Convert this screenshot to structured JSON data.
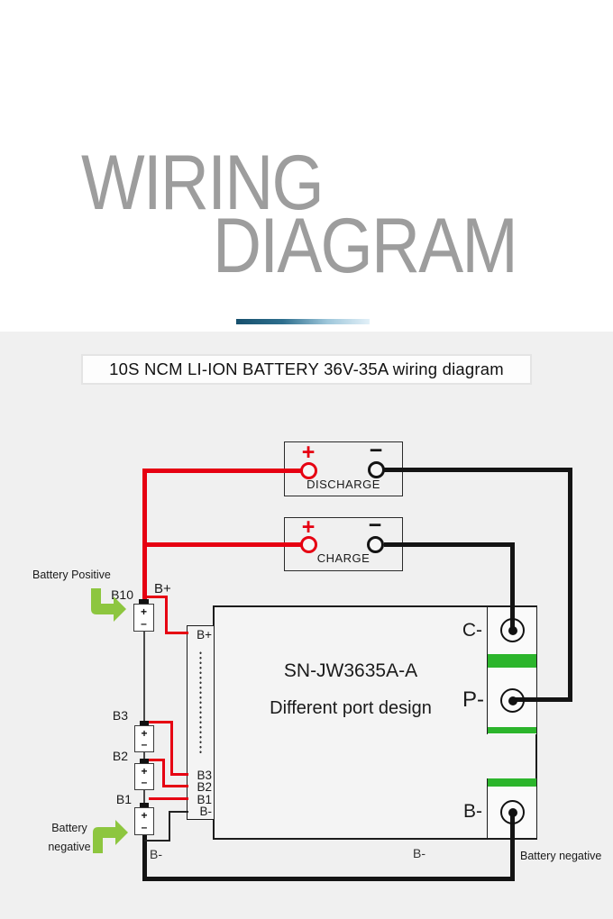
{
  "header": {
    "word1": "WIRING",
    "word2": "DIAGRAM"
  },
  "banner": {
    "title": "10S NCM LI-ION BATTERY 36V-35A wiring diagram"
  },
  "connectors": {
    "discharge": {
      "label": "DISCHARGE",
      "plus": "+",
      "minus": "−"
    },
    "charge": {
      "label": "CHARGE",
      "plus": "+",
      "minus": "−"
    }
  },
  "board": {
    "model": "SN-JW3635A-A",
    "subtitle": "Different port design",
    "balance_pins": {
      "bplus": "B+",
      "b3": "B3",
      "b2": "B2",
      "b1": "B1",
      "bminus": "B-"
    },
    "terminals": {
      "c_minus": "C-",
      "p_minus": "P-",
      "b_minus": "B-"
    }
  },
  "batteries": {
    "b10": {
      "label": "B10",
      "plus": "+",
      "minus": "–"
    },
    "b3": {
      "label": "B3",
      "plus": "+",
      "minus": "–"
    },
    "b2": {
      "label": "B2",
      "plus": "+",
      "minus": "–"
    },
    "b1": {
      "label": "B1",
      "plus": "+",
      "minus": "–"
    }
  },
  "annotations": {
    "battery_positive": "Battery Positive",
    "battery_negative_left_line1": "Battery",
    "battery_negative_left_line2": "negative",
    "battery_negative_right": "Battery negative",
    "bplus_wire_label": "B+",
    "bminus_wire_label_left": "B-",
    "bminus_wire_label_center": "B-"
  },
  "colors": {
    "wire_red": "#e60012",
    "wire_black": "#141414",
    "pcb_green": "#2cb52c",
    "arrow_green": "#8dc63f",
    "heading_gray": "#9d9d9d",
    "panel_gray": "#f0f0f0",
    "divider_blue_dark": "#17506d",
    "divider_blue_light": "#e2f0f8"
  }
}
